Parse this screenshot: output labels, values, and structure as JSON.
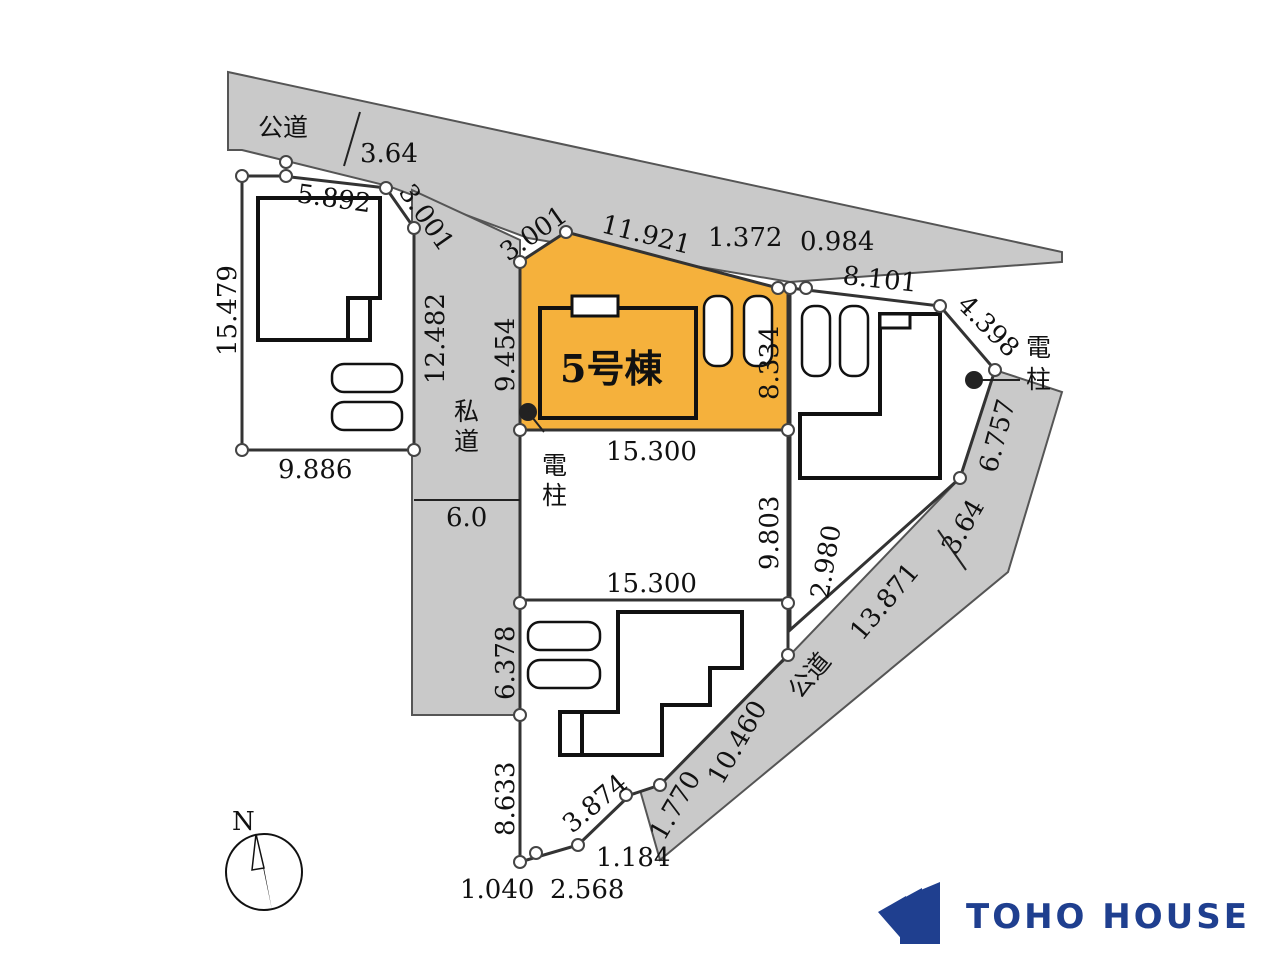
{
  "highlight": {
    "label": "5号棟",
    "color": "#f5b13c"
  },
  "roads": {
    "public_top": "公道",
    "public_right": "公道",
    "private": "私道"
  },
  "poles": {
    "left": "電柱",
    "right": "電柱"
  },
  "north": "N",
  "dimensions": {
    "top_road_width": "3.64",
    "left_top": "5.892",
    "left_corner": "3.001",
    "left_side": "15.479",
    "left_right": "12.482",
    "left_bottom": "9.886",
    "h5_corner": "3.001",
    "h5_top": "11.921",
    "h5_top2": "1.372",
    "h5_left": "9.454",
    "h5_right": "8.334",
    "lot_top": "0.984",
    "lot_top2": "8.101",
    "right_corner": "4.398",
    "right_side": "6.757",
    "right_road_width": "3.64",
    "mid_bottom_top": "15.300",
    "mid_right": "9.803",
    "mid_bottom": "15.300",
    "small": "2.980",
    "diag": "13.871",
    "private_width": "6.0",
    "bottom_left": "6.378",
    "bottom_left2": "8.633",
    "diag2": "10.460",
    "diag3": "1.770",
    "diag4": "3.874",
    "small2": "1.184",
    "bottom1": "1.040",
    "bottom2": "2.568"
  },
  "brand": {
    "name": "TOHO HOUSE",
    "color": "#1f3f8f"
  }
}
